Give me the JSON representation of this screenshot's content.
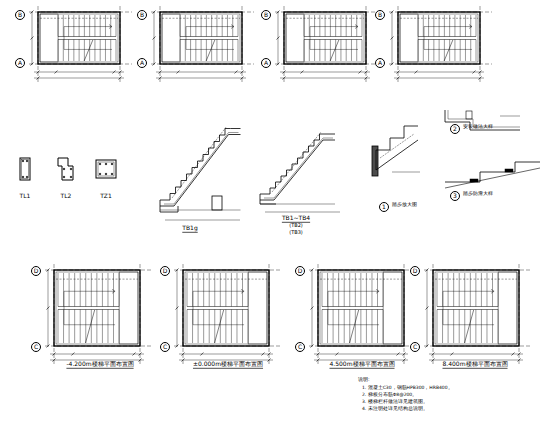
{
  "diagram": {
    "nodes": [
      {
        "text": [
          "B"
        ]
      },
      {
        "text": [
          "A"
        ]
      },
      {
        "text": [
          "B"
        ]
      },
      {
        "text": [
          "A"
        ]
      },
      {
        "text": [
          "B"
        ]
      },
      {
        "text": [
          "A"
        ]
      },
      {
        "text": [
          "B"
        ]
      },
      {
        "text": [
          "A"
        ]
      },
      {
        "text": [
          "D"
        ]
      },
      {
        "text": [
          "C"
        ]
      },
      {
        "text": [
          "D"
        ]
      },
      {
        "text": [
          "C"
        ]
      },
      {
        "text": [
          "D"
        ]
      },
      {
        "text": [
          "C"
        ]
      },
      {
        "text": [
          "D"
        ]
      },
      {
        "text": [
          "C"
        ]
      },
      {
        "text": [
          "1"
        ]
      },
      {
        "text": [
          "2"
        ]
      },
      {
        "text": [
          "3"
        ]
      }
    ],
    "labels": [
      "TL1",
      "TL2",
      "TZ1",
      "TB1g",
      "TB1~TB4",
      "(TB2)",
      "(TB3)",
      "踏步放大图",
      "安装做法大样",
      "踏步防滑大样",
      "-4.200m楼梯平面布置图",
      "±0.000m楼梯平面布置图",
      "4.500m楼梯平面布置图",
      "8.400m楼梯平面布置图",
      "说明:",
      "1. 混凝土C30，钢筋HPB300，HRB400。",
      "2. 梯板分布筋Φ8@200。",
      "3. 楼梯栏杆做法详见建筑图。",
      "4. 未注明处详见结构总说明。"
    ]
  }
}
